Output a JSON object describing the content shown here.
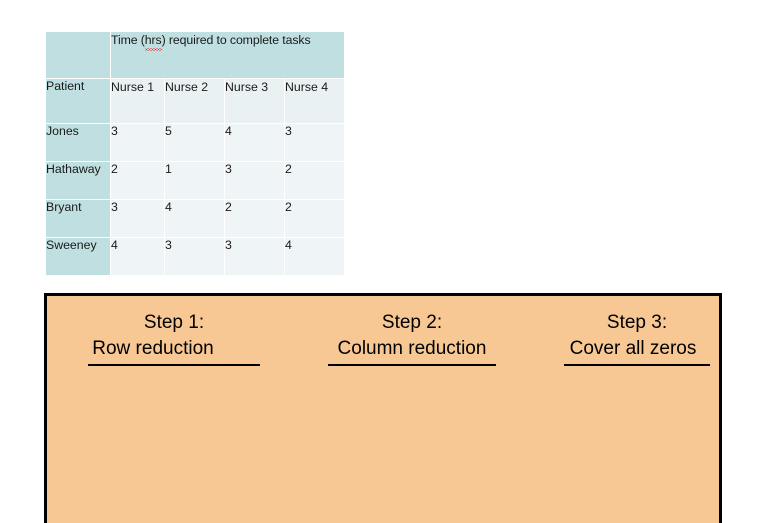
{
  "table": {
    "title": "Time (hrs) required to complete tasks",
    "title_parts": {
      "before": "Time (",
      "misspelled": "hrs",
      "after": ") required to complete tasks"
    },
    "row_header_label": "Patient",
    "column_headers": [
      "Nurse 1",
      "Nurse 2",
      "Nurse 3",
      "Nurse 4"
    ],
    "rows": [
      {
        "patient": "Jones",
        "values": [
          "3",
          "5",
          "4",
          "3"
        ]
      },
      {
        "patient": "Hathaway",
        "values": [
          "2",
          "1",
          "3",
          "2"
        ]
      },
      {
        "patient": "Bryant",
        "values": [
          "3",
          "4",
          "2",
          "2"
        ]
      },
      {
        "patient": "Sweeney",
        "values": [
          "4",
          "3",
          "3",
          "4"
        ]
      }
    ],
    "colors": {
      "header_band": "#BFDFE0",
      "row_header": "#BFDFE0",
      "column_header": "#E9F1F2",
      "data_cell": "#EFF5F6"
    }
  },
  "steps_panel": {
    "background_color": "#F8C894",
    "border_color": "#000000",
    "steps": [
      {
        "title": "Step 1:",
        "action": "Row reduction"
      },
      {
        "title": "Step 2:",
        "action": "Column reduction"
      },
      {
        "title": "Step 3:",
        "action": "Cover all zeros"
      }
    ]
  }
}
